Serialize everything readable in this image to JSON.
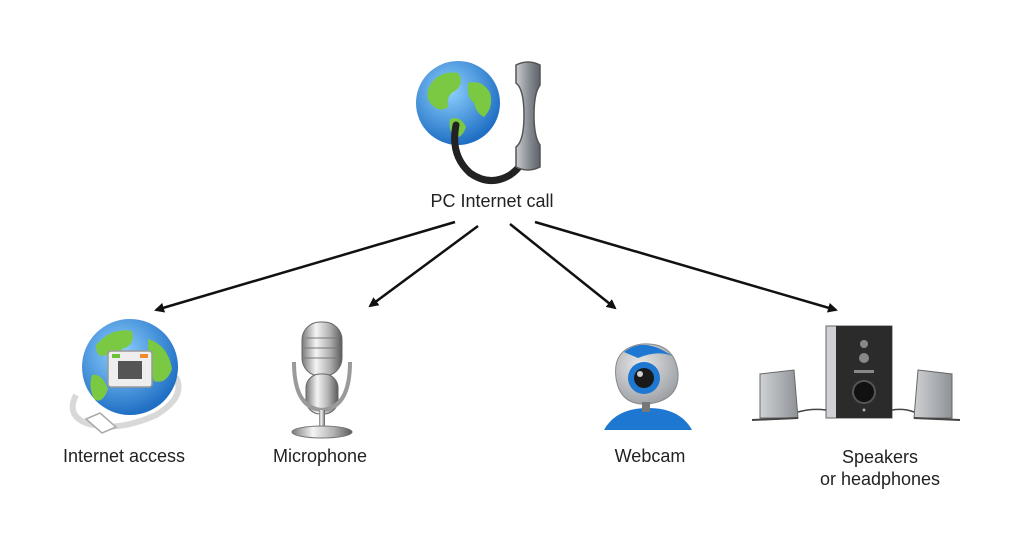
{
  "diagram": {
    "center": {
      "label": "PC Internet call",
      "icon": "globe-phone-icon"
    },
    "nodes": [
      {
        "id": "internet",
        "label": "Internet access",
        "icon": "globe-network-icon"
      },
      {
        "id": "microphone",
        "label": "Microphone",
        "icon": "microphone-icon"
      },
      {
        "id": "webcam",
        "label": "Webcam",
        "icon": "webcam-icon"
      },
      {
        "id": "speakers",
        "label_line1": "Speakers",
        "label_line2": "or headphones",
        "icon": "speakers-icon"
      }
    ]
  },
  "colors": {
    "ocean": "#3a86d4",
    "land": "#7bc943",
    "arrow": "#111111",
    "text": "#222222",
    "phone": "#8a8f96",
    "webcam_blue": "#1e78d2",
    "speaker_dark": "#2b2b2b"
  }
}
